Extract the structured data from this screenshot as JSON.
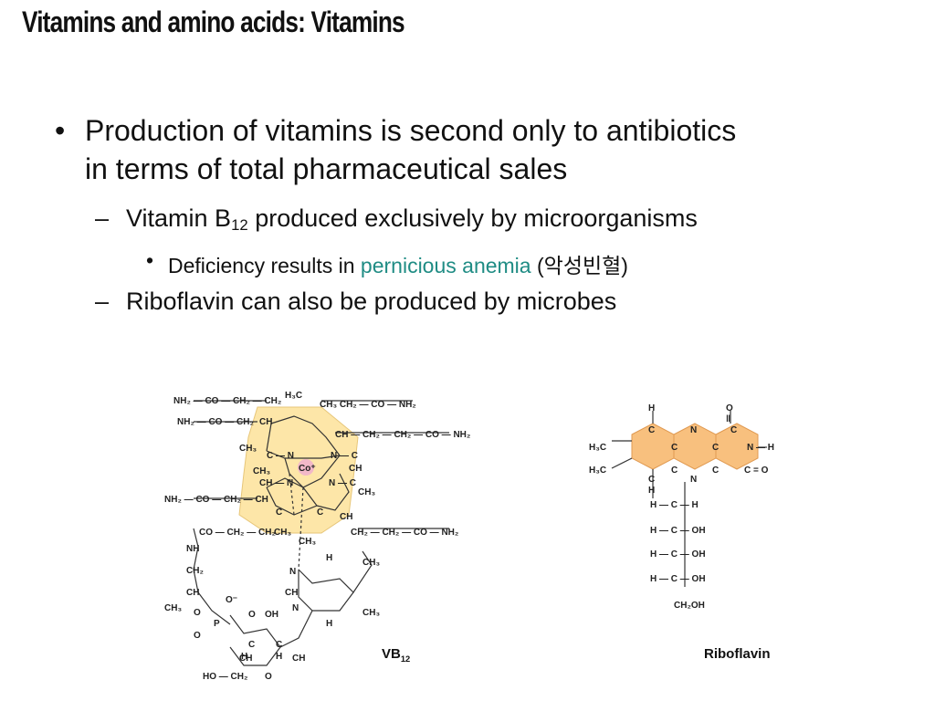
{
  "slide": {
    "title": "Vitamins and amino acids: Vitamins",
    "bullet_marker": "•",
    "dash_marker": "–",
    "bullet1": {
      "line1": "Production of vitamins is second only to antibiotics",
      "line2": "in terms of total pharmaceutical sales"
    },
    "sub1": {
      "prefix": "Vitamin B",
      "subscript": "12",
      "suffix": " produced exclusively by microorganisms"
    },
    "subsub1": {
      "prefix": "Deficiency results in ",
      "highlight": "pernicious anemia",
      "korean_open": " (",
      "korean": "악성빈혈",
      "korean_close": ")"
    },
    "sub2": {
      "text": "Riboflavin can also be produced by microbes"
    }
  },
  "figures": {
    "vb12": {
      "caption_prefix": "VB",
      "caption_sub": "12"
    },
    "riboflavin": {
      "caption": "Riboflavin"
    }
  },
  "colors": {
    "accent": "#1f8c84",
    "ring_fill_vb12": "#fde6a8",
    "ring_fill_riboflavin": "#f8c07e",
    "cobalt_fill": "#f2b8c8"
  }
}
